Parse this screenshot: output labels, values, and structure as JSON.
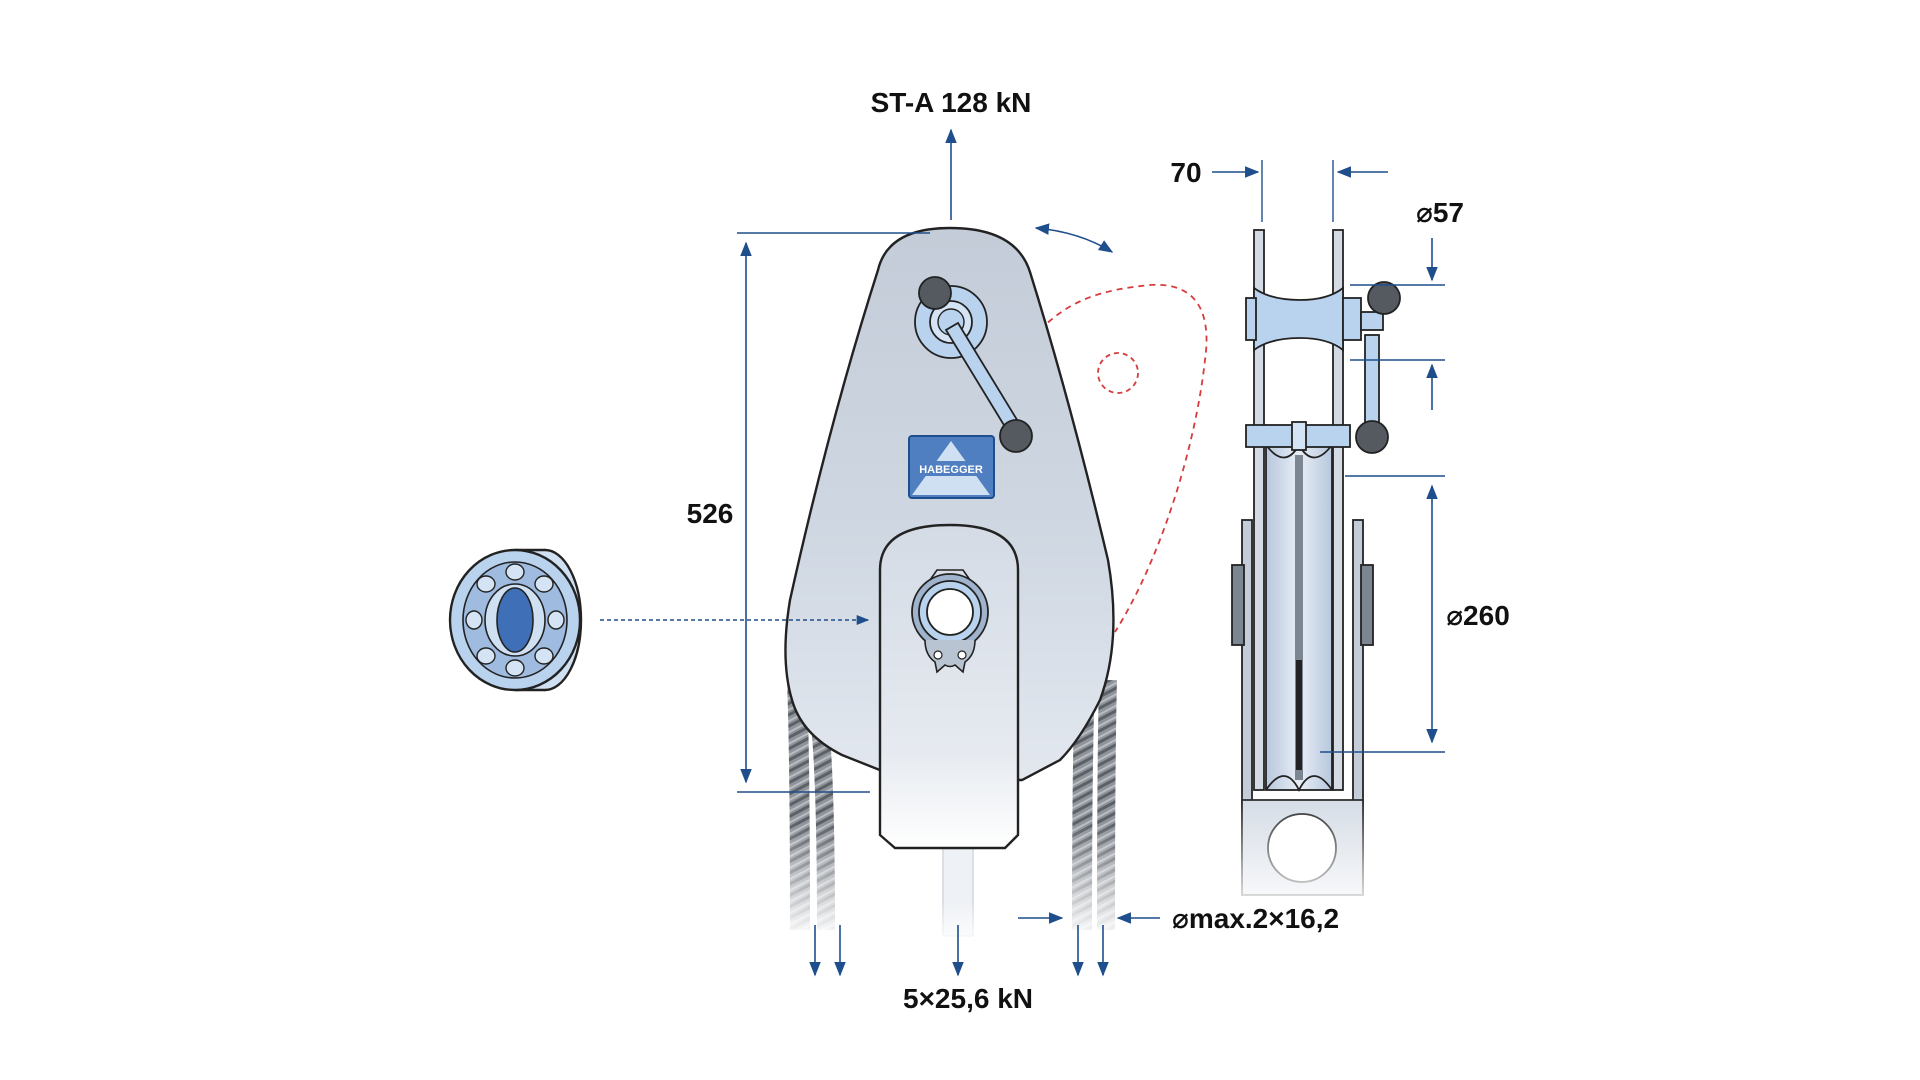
{
  "labels": {
    "load_top": "ST-A 128 kN",
    "height": "526",
    "width_70": "70",
    "dia_57": "⌀57",
    "dia_260": "⌀260",
    "rope": "⌀max.2×16,2",
    "load_bottom": "5×25,6 kN",
    "brand": "HABEGGER"
  },
  "colors": {
    "dimension": "#1f4e8c",
    "body": "#c9d2de",
    "light_blue": "#b9d3ef",
    "outline": "#222222"
  },
  "icons": {
    "bearing": "ball-bearing-icon",
    "logo": "habegger-logo-icon"
  }
}
